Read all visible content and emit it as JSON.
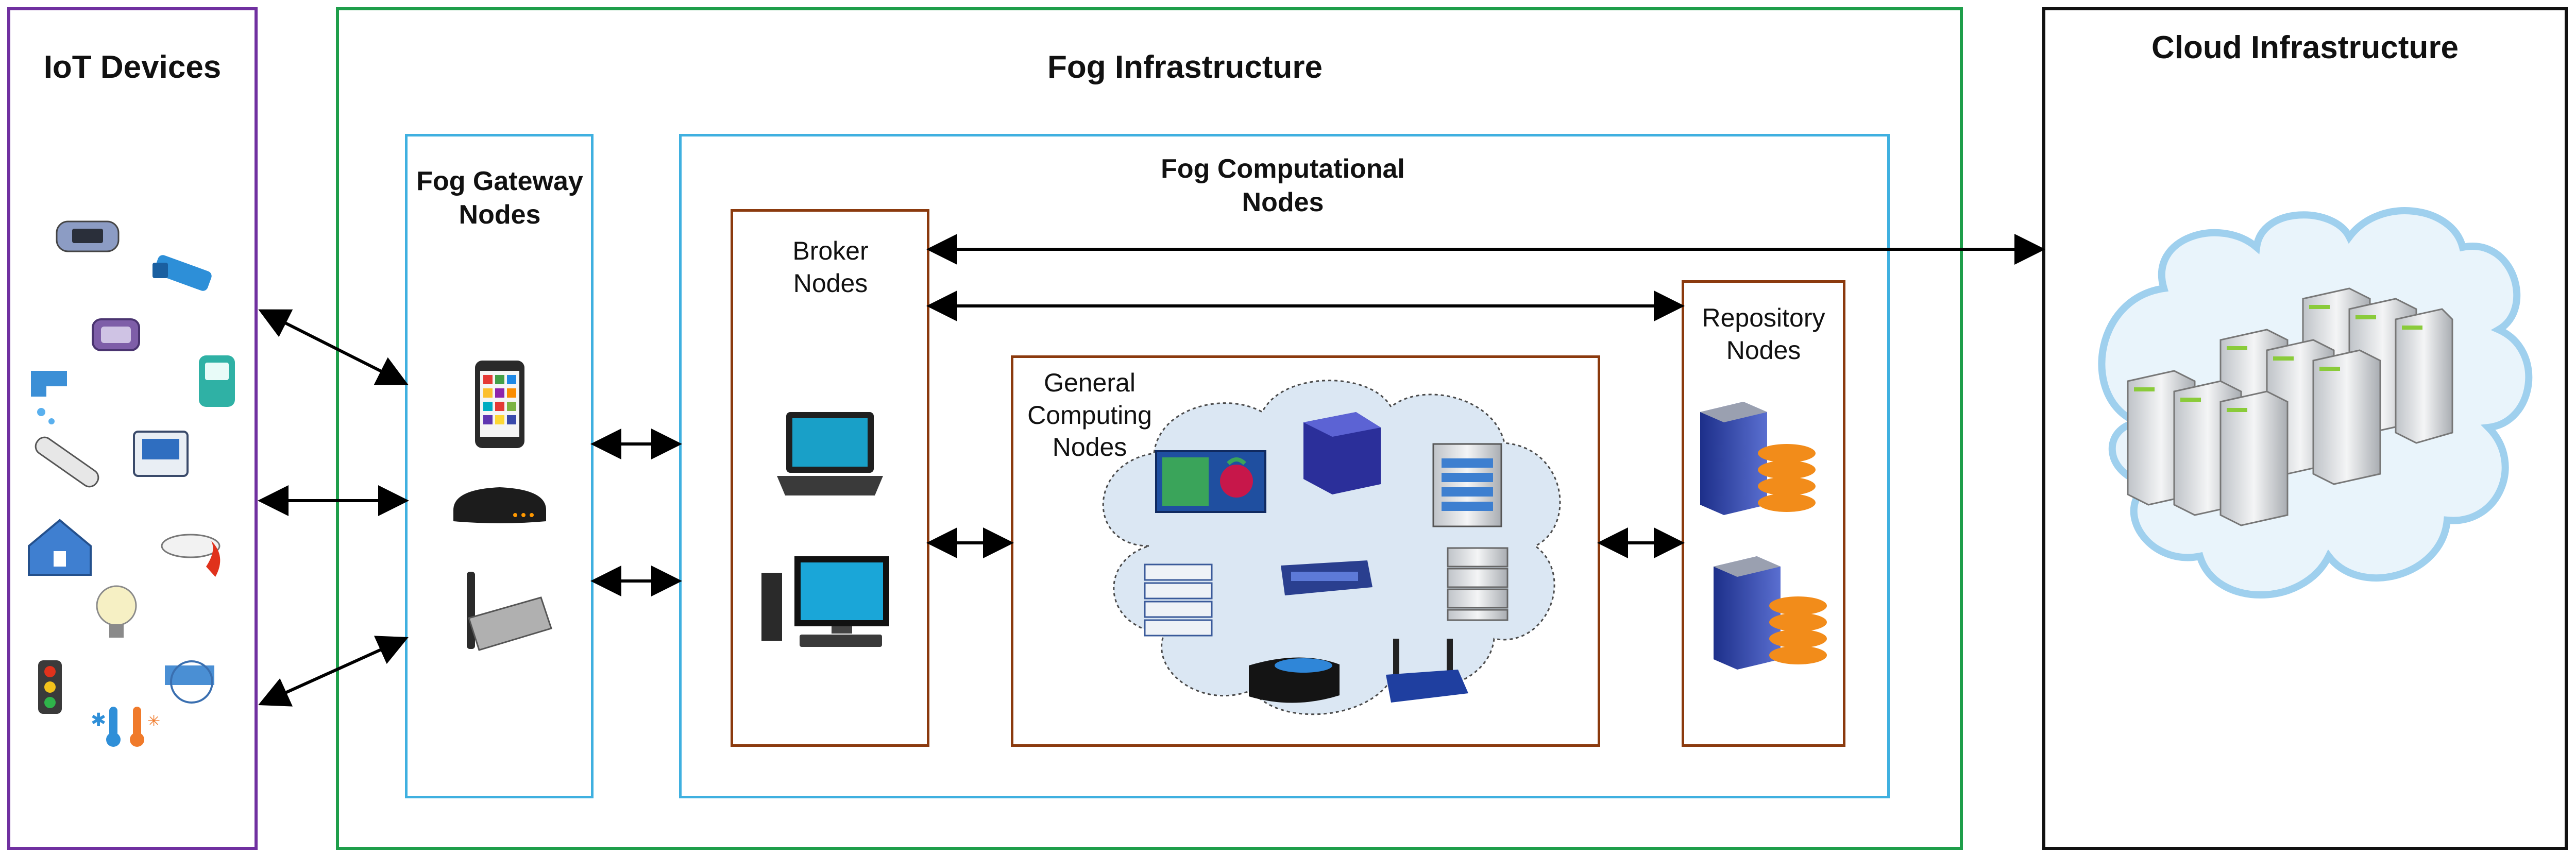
{
  "iot": {
    "title": "IoT Devices"
  },
  "fog": {
    "title": "Fog Infrastructure",
    "gateway": {
      "title_line1": "Fog Gateway",
      "title_line2": "Nodes"
    },
    "computational": {
      "title_line1": "Fog Computational",
      "title_line2": "Nodes",
      "broker": {
        "line1": "Broker",
        "line2": "Nodes"
      },
      "general": {
        "line1": "General",
        "line2": "Computing",
        "line3": "Nodes"
      },
      "repository": {
        "line1": "Repository",
        "line2": "Nodes"
      }
    }
  },
  "cloud": {
    "title": "Cloud Infrastructure"
  },
  "colors": {
    "iot_border": "#7030a0",
    "fog_border": "#1e9e4a",
    "gateway_border": "#3fb0e0",
    "computational_border": "#3fb0e0",
    "node_border": "#8b3a0e",
    "cloud_border": "#111111",
    "cloud_fill": "#d8ecf8",
    "general_cloud_fill": "#dbe7f3"
  },
  "icons": {
    "iot": [
      "pulse-oximeter-icon",
      "cctv-camera-icon",
      "smartwatch-icon",
      "water-tap-sensor-icon",
      "glucose-meter-icon",
      "thermometer-gun-icon",
      "blood-pressure-monitor-icon",
      "smart-home-icon",
      "smoke-detector-icon",
      "smart-bulb-icon",
      "traffic-light-icon",
      "vr-headset-icon",
      "temperature-sensor-icon"
    ],
    "gateway": [
      "smartphone-icon",
      "router-icon",
      "wifi-access-point-icon"
    ],
    "broker": [
      "laptop-icon",
      "desktop-computer-icon"
    ],
    "general": [
      "raspberry-pi-icon",
      "server-tower-icon",
      "rack-server-icon",
      "blade-server-icon",
      "network-switch-icon",
      "rack-unit-icon",
      "mini-pc-icon",
      "wifi-router-icon"
    ],
    "repository": [
      "database-server-icon",
      "database-server-icon"
    ],
    "cloud": [
      "server-rack-cluster-icon"
    ]
  }
}
